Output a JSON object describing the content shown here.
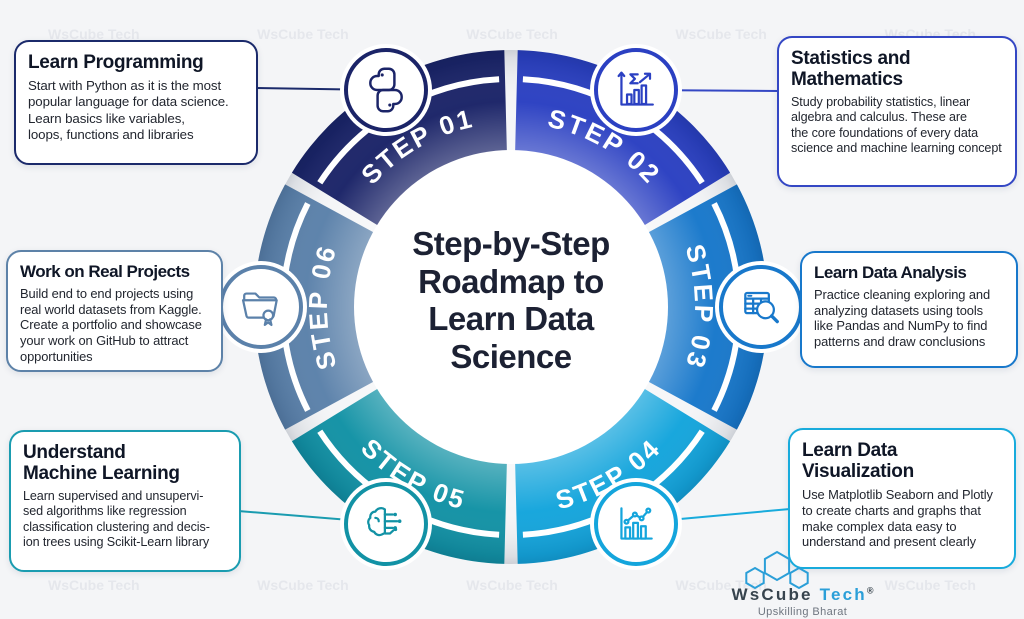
{
  "center_title": "Step-by-Step\nRoadmap to\nLearn Data\nScience",
  "watermark": "WsCube Tech",
  "steps": [
    {
      "label": "STEP 01",
      "color": "#1b2468",
      "icon": "python-icon"
    },
    {
      "label": "STEP 02",
      "color": "#2b40c2",
      "icon": "statistics-icon"
    },
    {
      "label": "STEP 03",
      "color": "#1878cb",
      "icon": "data-analysis-icon"
    },
    {
      "label": "STEP 04",
      "color": "#14a5dc",
      "icon": "bar-chart-icon"
    },
    {
      "label": "STEP 05",
      "color": "#1292a5",
      "icon": "brain-circuit-icon"
    },
    {
      "label": "STEP 06",
      "color": "#5b81aa",
      "icon": "folder-badge-icon"
    }
  ],
  "callouts": [
    {
      "title": "Learn Programming",
      "body": "Start with Python as it is the most\npopular language for data science.\nLearn basics like variables,\nloops, functions and libraries",
      "accent": "#1b2a6b"
    },
    {
      "title": "Statistics and\nMathematics",
      "body": "Study probability statistics, linear\nalgebra and calculus. These are\nthe core foundations of every data\nscience and machine learning concept",
      "accent": "#3447c4"
    },
    {
      "title": "Work on Real Projects",
      "body": "Build end to end projects using\nreal world datasets from Kaggle.\nCreate a portfolio and showcase\nyour work on GitHub to attract\nopportunities",
      "accent": "#5d82a8"
    },
    {
      "title": "Learn Data Analysis",
      "body": "Practice cleaning exploring and\nanalyzing datasets using tools\nlike Pandas and NumPy to find\npatterns and draw conclusions",
      "accent": "#1878cb"
    },
    {
      "title": "Understand\nMachine Learning",
      "body": "Learn supervised and unsupervi-\nsed algorithms like regression\nclassification clustering and decis-\nion trees using Scikit-Learn library",
      "accent": "#1a9cb0"
    },
    {
      "title": "Learn Data\nVisualization",
      "body": "Use Matplotlib Seaborn and Plotly\nto create charts and graphs that\nmake complex data easy to\nunderstand and present clearly",
      "accent": "#18abdc"
    }
  ],
  "logo": {
    "brand_primary": "WsCube",
    "brand_secondary": "Tech",
    "registered": "®",
    "tagline": "Upskilling Bharat",
    "accent_color": "#2b9fd8",
    "dark_color": "#37444e"
  }
}
